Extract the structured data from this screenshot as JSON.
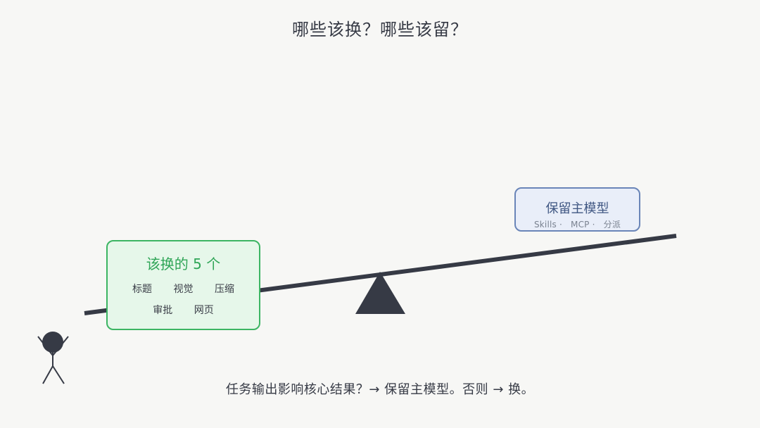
{
  "title": "哪些该换？哪些该留？",
  "left_card": {
    "title": "该换的 5 个",
    "tags_row1": [
      "标题",
      "视觉",
      "压缩"
    ],
    "tags_row2": [
      "审批",
      "网页"
    ]
  },
  "right_card": {
    "title": "保留主模型",
    "sub": [
      "Skills ·",
      "MCP ·",
      "分派"
    ]
  },
  "footer": "任务输出影响核心结果？→ 保留主模型。否则 → 换。",
  "colors": {
    "beam": "#363a45",
    "left_border": "#3cb563",
    "left_fill": "#e6f7ea",
    "right_border": "#6a85b8",
    "right_fill": "#e9eef9"
  },
  "icons": [
    "stick-figure-icon",
    "fulcrum-icon"
  ]
}
